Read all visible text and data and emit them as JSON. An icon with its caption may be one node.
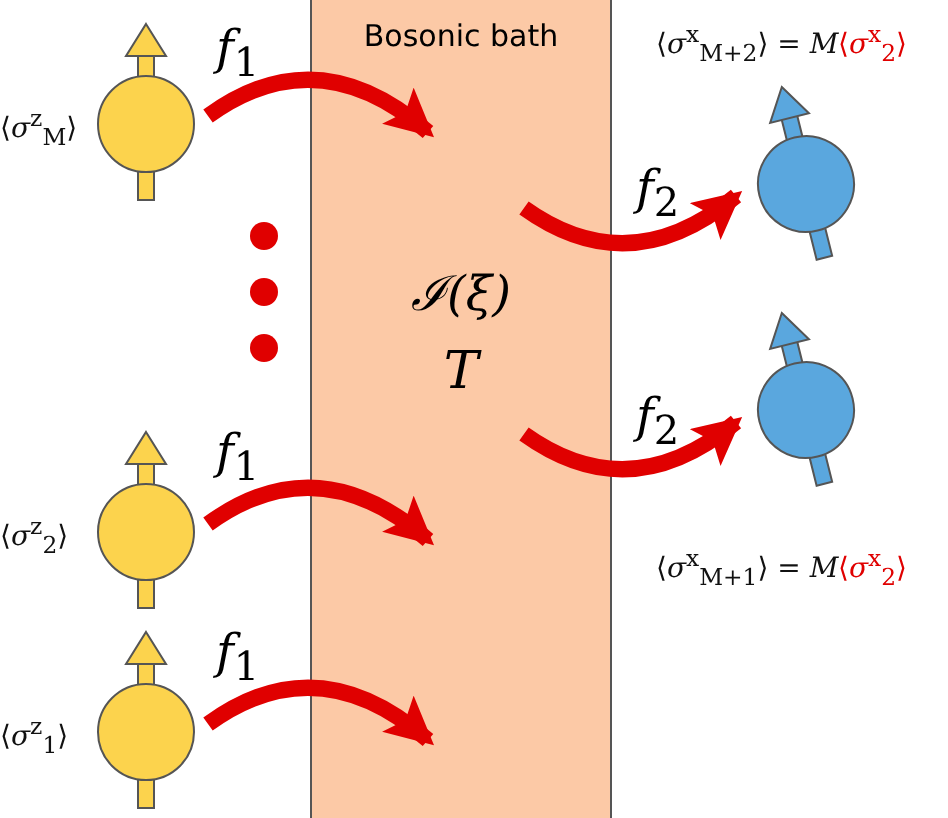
{
  "diagram": {
    "nodes": [
      {
        "text": [
          "Bosonic bath",
          "ℐ(ξ)",
          "T"
        ]
      },
      {
        "text": [],
        "shape": "circle",
        "beside": [
          "⟨*σ*$^{z}$$_{M}$⟩"
        ]
      },
      {
        "text": [],
        "shape": "circle",
        "beside": [
          "⟨*σ*$^{z}$$_{2}$⟩"
        ]
      },
      {
        "text": [],
        "shape": "circle",
        "beside": [
          "⟨*σ*$^{z}$$_{1}$⟩"
        ]
      },
      {
        "text": [],
        "shape": "circle",
        "beside": [
          "⟨*σ*$^{x}$$_{M+2}$⟩ = *M*",
          "⟨*σ*$^{x}$$_{2}$⟩"
        ]
      },
      {
        "text": [],
        "shape": "circle",
        "beside": [
          "⟨*σ*$^{x}$$_{M+1}$⟩ = *M*",
          "⟨*σ*$^{x}$$_{2}$⟩"
        ]
      }
    ],
    "edges": [
      {
        "from": 1,
        "to": 0,
        "arrow": "to",
        "label": "*f*$_{1}$"
      },
      {
        "from": 2,
        "to": 0,
        "arrow": "to",
        "label": "*f*$_{1}$"
      },
      {
        "from": 3,
        "to": 0,
        "arrow": "to",
        "label": "*f*$_{1}$"
      },
      {
        "from": 0,
        "to": 4,
        "arrow": "to",
        "label": "*f*$_{2}$"
      },
      {
        "from": 0,
        "to": 5,
        "arrow": "to",
        "label": "*f*$_{2}$"
      }
    ]
  }
}
